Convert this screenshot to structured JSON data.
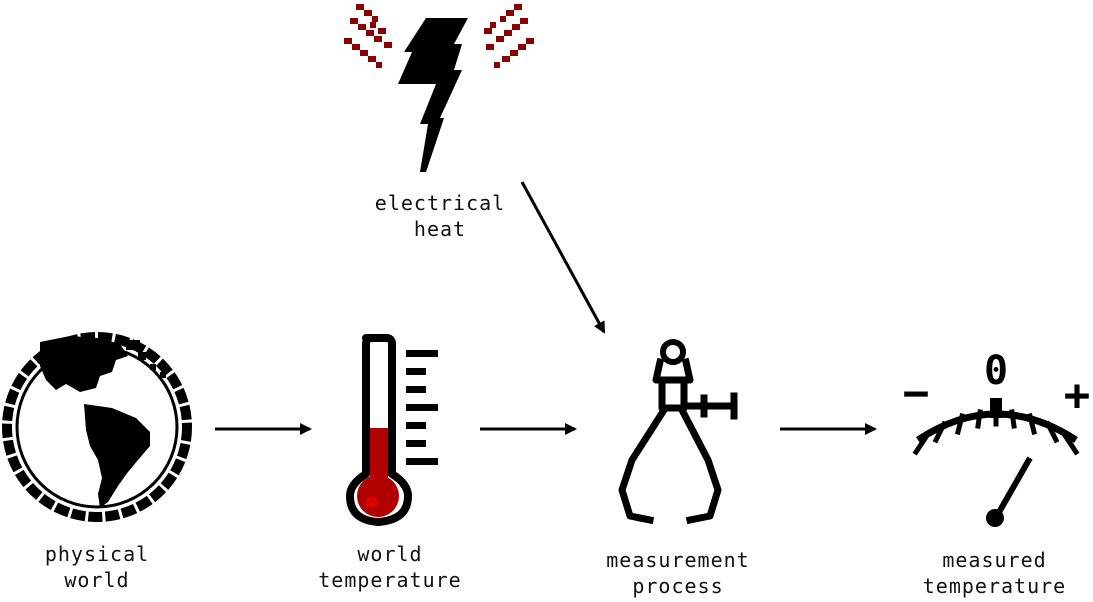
{
  "colors": {
    "ink": "#000000",
    "accent_red": "#b00000",
    "heat_red": "#8b0000"
  },
  "nodes": {
    "electrical_heat": {
      "line1": "electrical",
      "line2": "heat",
      "icon": "lightning-bolt-icon"
    },
    "physical_world": {
      "line1": "physical",
      "line2": "world",
      "icon": "globe-icon"
    },
    "world_temperature": {
      "line1": "world",
      "line2": "temperature",
      "icon": "thermometer-icon"
    },
    "measurement_process": {
      "line1": "measurement",
      "line2": "process",
      "icon": "caliper-icon"
    },
    "measured_temperature": {
      "line1": "measured",
      "line2": "temperature",
      "icon": "gauge-icon"
    }
  },
  "gauge": {
    "zero_label": "0",
    "minus_label": "−",
    "plus_label": "+"
  }
}
